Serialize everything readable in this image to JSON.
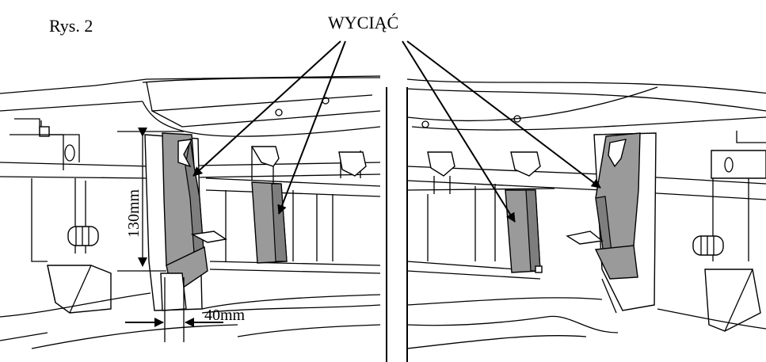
{
  "figure": {
    "label": "Rys. 2",
    "callout": "WYCIĄĆ",
    "dimensions": {
      "height": "130mm",
      "width": "40mm"
    }
  },
  "colors": {
    "cut_fill": "#9a9a9a",
    "line": "#000000",
    "background": "#ffffff"
  },
  "icons": [
    "bolt-icon",
    "arrowhead-icon"
  ]
}
